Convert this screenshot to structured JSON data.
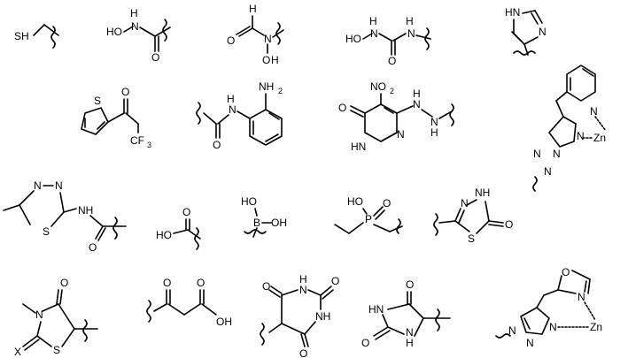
{
  "labels": {
    "sh": "SH",
    "ho": "HO",
    "oh": "OH",
    "o": "O",
    "n": "N",
    "h": "H",
    "hn": "HN",
    "nh": "NH",
    "nh2": "NH",
    "two": "2",
    "no2": "NO",
    "s": "S",
    "cf3": "CF",
    "three": "3",
    "b": "B",
    "p": "P",
    "zn": "Zn",
    "x": "X"
  }
}
